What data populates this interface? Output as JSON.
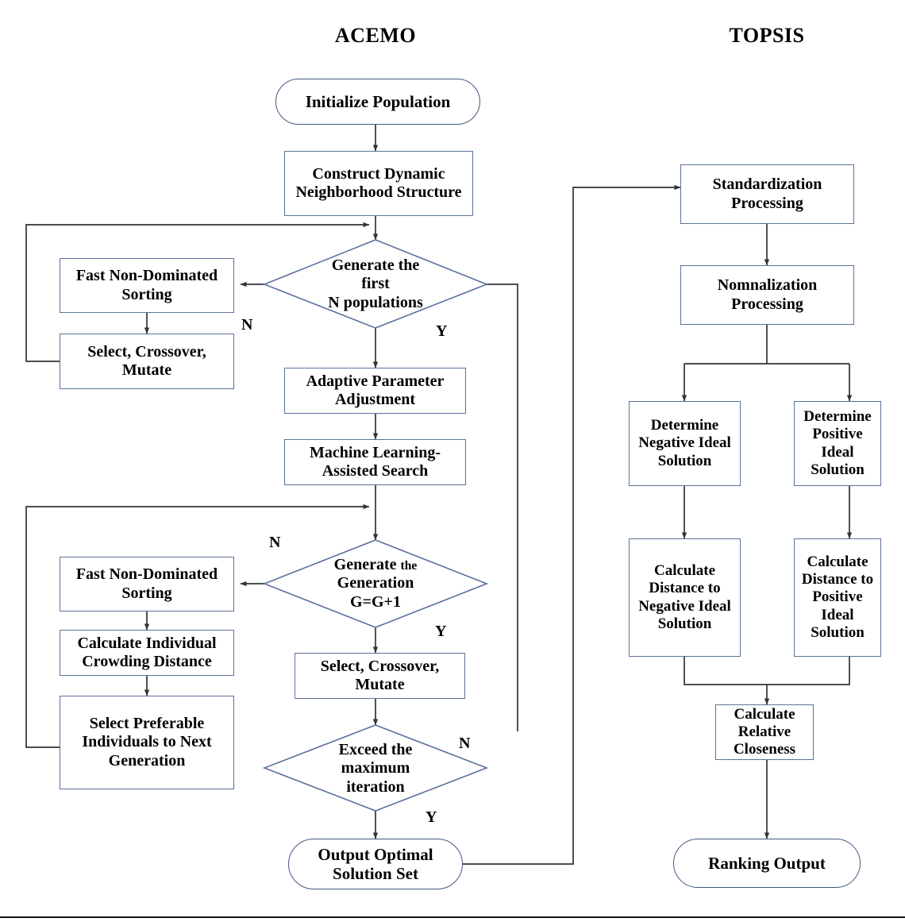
{
  "figure": {
    "type": "flowchart",
    "title": "ACEMO and TOPSIS algorithm flowchart",
    "columns": [
      {
        "id": "acemo",
        "label": "ACEMO"
      },
      {
        "id": "topsis",
        "label": "TOPSIS"
      }
    ],
    "colors": {
      "node_border": "#5b719b",
      "terminator_border": "#44587f",
      "connector": "#333333",
      "text": "#000000",
      "background": "#ffffff"
    }
  },
  "acemo": {
    "nodes": {
      "initialize_population": "Initialize Population",
      "construct_dynamic_neighborhood": "Construct Dynamic Neighborhood Structure",
      "generate_first_n_line1": "Generate the",
      "generate_first_n_line2": "first",
      "generate_first_n_line3": "N populations",
      "fast_non_dominated_sorting_1": "Fast Non-Dominated Sorting",
      "select_crossover_mutate_1": "Select, Crossover, Mutate",
      "adaptive_parameter_adjustment": "Adaptive Parameter Adjustment",
      "machine_learning_assisted_search": "Machine Learning-Assisted Search",
      "generate_generation_line1_a": "Generate",
      "generate_generation_line1_b": "the",
      "generate_generation_line2": "Generation",
      "generate_generation_line3": "G=G+1",
      "fast_non_dominated_sorting_2": "Fast Non-Dominated Sorting",
      "calculate_crowding_distance": "Calculate Individual Crowding Distance",
      "select_preferable_individuals": "Select Preferable Individuals to Next Generation",
      "select_crossover_mutate_2": "Select, Crossover, Mutate",
      "exceed_maximum_iteration_line1": "Exceed the",
      "exceed_maximum_iteration_line2": "maximum",
      "exceed_maximum_iteration_line3": "iteration",
      "output_optimal_solution_set": "Output Optimal Solution Set"
    },
    "branch_labels": {
      "gen_first_n_no": "N",
      "gen_first_n_yes": "Y",
      "gen_generation_no": "N",
      "gen_generation_yes": "Y",
      "exceed_no": "N",
      "exceed_yes": "Y"
    }
  },
  "topsis": {
    "nodes": {
      "standardization_processing": "Standardization Processing",
      "nomnalization_processing": "Nomnalization Processing",
      "determine_negative_ideal_solution": "Determine Negative Ideal Solution",
      "determine_positive_ideal_solution": "Determine Positive Ideal Solution",
      "calculate_distance_negative": "Calculate Distance to Negative Ideal Solution",
      "calculate_distance_positive": "Calculate Distance to Positive Ideal Solution",
      "calculate_relative_closeness": "Calculate Relative Closeness",
      "ranking_output": "Ranking Output"
    }
  }
}
